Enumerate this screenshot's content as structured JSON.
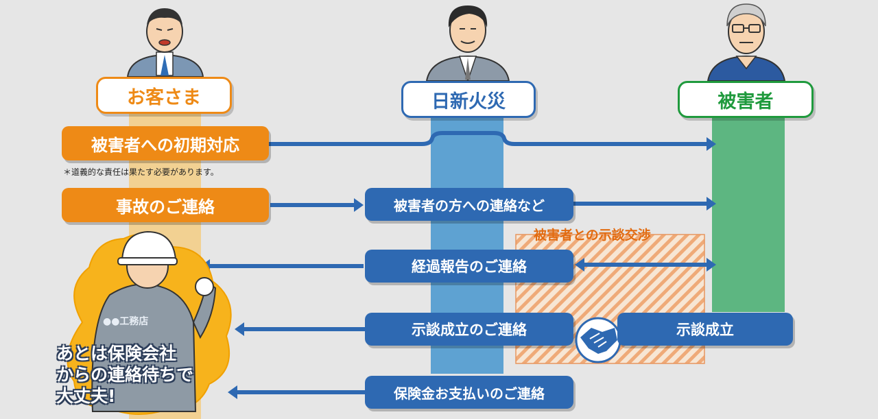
{
  "parties": {
    "customer": "お客さま",
    "insurer": "日新火災",
    "victim": "被害者"
  },
  "steps": {
    "initial_response": "被害者への初期対応",
    "moral_note": "＊道義的な責任は果たす必要があります。",
    "accident_report": "事故のご連絡",
    "contact_victim": "被害者の方への連絡など",
    "negotiation_label": "被害者との示談交渉",
    "progress_report": "経過報告のご連絡",
    "settlement_notice": "示談成立のご連絡",
    "settlement": "示談成立",
    "payment_notice": "保険金お支払いのご連絡"
  },
  "worker": {
    "jacket_text": "●●工務店",
    "message_lines": [
      "あとは保険会社",
      "からの連絡待ちで",
      "大丈夫!"
    ]
  },
  "icons": [
    "customer-man-icon",
    "insurer-man-icon",
    "victim-man-icon",
    "worker-icon",
    "handshake-icon"
  ],
  "colors": {
    "orange": "#ee8a16",
    "blue": "#2e69b2",
    "insurer_lane": "#5ea2d2",
    "victim_lane": "#5db681",
    "victim_green": "#1f9a3d",
    "customer_lane": "#f3cd82",
    "hatch": "#efaa78"
  }
}
